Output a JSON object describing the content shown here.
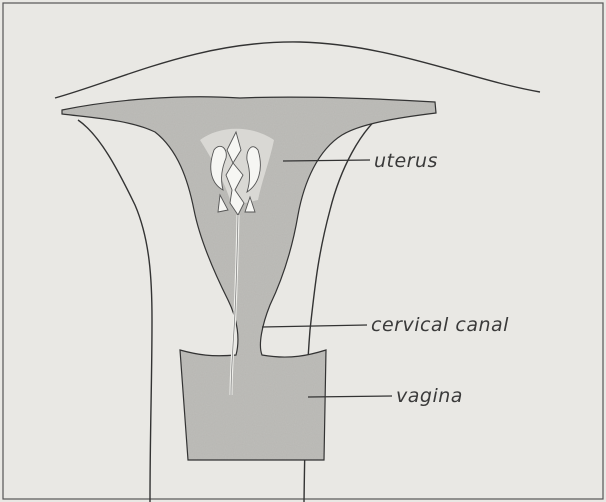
{
  "labels": {
    "uterus": "uterus",
    "cervical_canal": "cervical canal",
    "vagina": "vagina"
  },
  "colors": {
    "paper": "#e9e8e4",
    "ink": "#3a3a3a",
    "tissue": "#b7b6b2",
    "cavity": "#f6f6f3"
  }
}
